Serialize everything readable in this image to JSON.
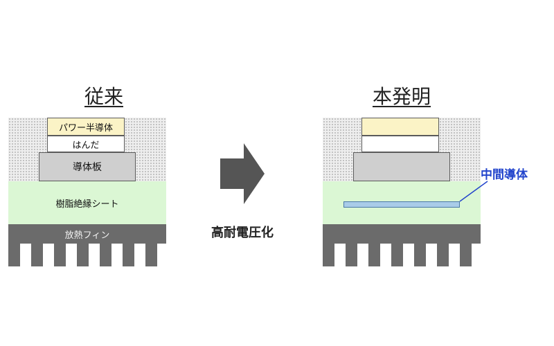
{
  "left_panel": {
    "title": "従来",
    "layers": {
      "chip": "パワー半導体",
      "solder": "はんだ",
      "plate": "導体板",
      "resin": "樹脂絶縁シート",
      "fin": "放熱フィン"
    }
  },
  "right_panel": {
    "title": "本発明",
    "callout": "中間導体"
  },
  "arrow": {
    "label": "高耐電圧化"
  },
  "colors": {
    "resin": "#dbf7d4",
    "fin": "#6b6b6b",
    "chip": "#fbf3c6",
    "plate": "#cfcfcf",
    "mid_conductor": "#a9cce8",
    "callout_text": "#2244cc"
  }
}
